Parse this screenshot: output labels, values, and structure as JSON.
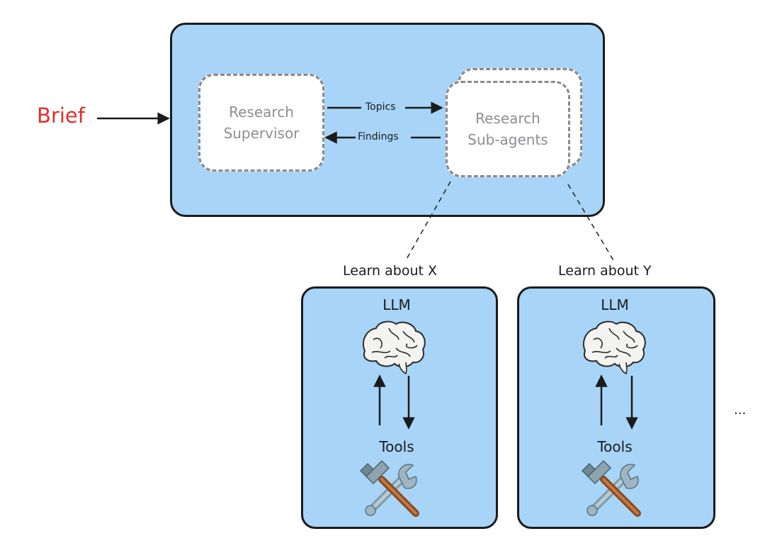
{
  "diagram": {
    "input_label": "Brief",
    "supervisor": {
      "line1": "Research",
      "line2": "Supervisor"
    },
    "subagents": {
      "line1": "Research",
      "line2": "Sub-agents"
    },
    "edges": {
      "forward_label": "Topics",
      "backward_label": "Findings"
    },
    "agents": [
      {
        "task": "Learn about X",
        "llm_label": "LLM",
        "tools_label": "Tools",
        "llm_icon": "brain-icon",
        "tools_icon": "hammer-wrench-icon"
      },
      {
        "task": "Learn about Y",
        "llm_label": "LLM",
        "tools_label": "Tools",
        "llm_icon": "brain-icon",
        "tools_icon": "hammer-wrench-icon"
      }
    ],
    "more_label": "...",
    "colors": {
      "box_fill": "#a8d4f7",
      "brief_color": "#e0302b",
      "inner_text": "#8d8d93",
      "dashed_border": "#8a8a8a"
    }
  }
}
